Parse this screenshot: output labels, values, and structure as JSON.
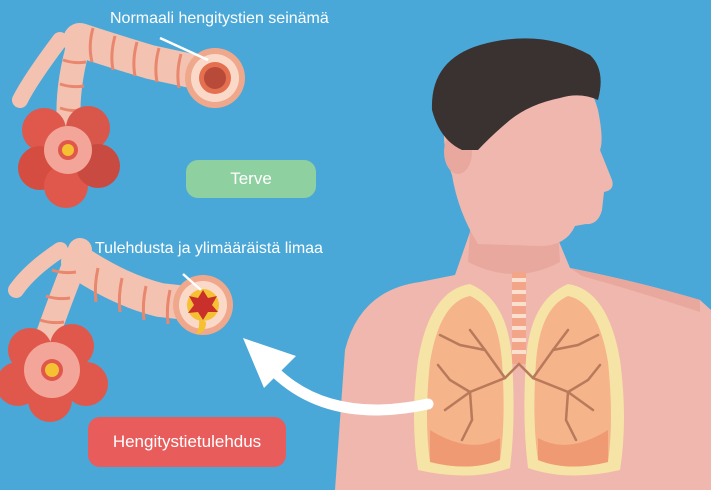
{
  "labels": {
    "normal_wall": "Normaali hengitystien seinämä",
    "inflammation": "Tulehdusta ja ylimääräistä limaa"
  },
  "badges": {
    "healthy": "Terve",
    "bronchitis": "Hengitystietulehdus"
  },
  "colors": {
    "background": "#4aa8d8",
    "healthy_badge": "#8fd0a0",
    "bronchitis_badge": "#e85c5c",
    "skin": "#f0b7ae",
    "hair": "#3a3230",
    "lung": "#f5b48a",
    "airway": "#f4c2b0",
    "alveoli": "#e0584b",
    "mucus": "#f6c033"
  },
  "icons": {
    "arrow": "curved-arrow-icon"
  }
}
